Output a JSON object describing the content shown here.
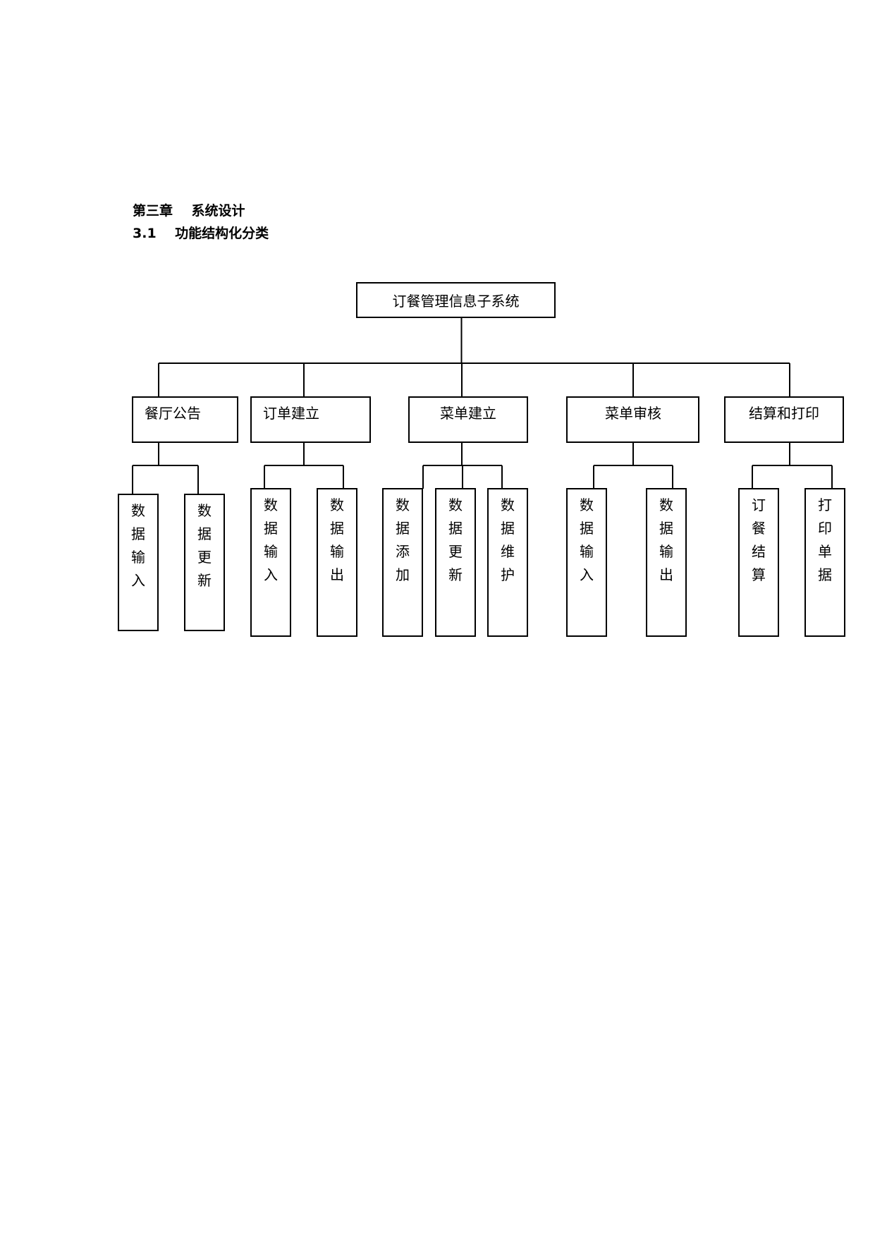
{
  "chapter_heading": "第三章    系统设计",
  "section_heading": "3.1    功能结构化分类",
  "diagram": {
    "root": "订餐管理信息子系统",
    "modules": [
      {
        "label": "餐厅公告",
        "children": [
          "数据输入",
          "数据更新"
        ]
      },
      {
        "label": "订单建立",
        "children": [
          "数据输入",
          "数据输出"
        ]
      },
      {
        "label": "菜单建立",
        "children": [
          "数据添加",
          "数据更新",
          "数据维护"
        ]
      },
      {
        "label": "菜单审核",
        "children": [
          "数据输入",
          "数据输出"
        ]
      },
      {
        "label": "结算和打印",
        "children": [
          "订餐结算",
          "打印单据"
        ]
      }
    ]
  }
}
